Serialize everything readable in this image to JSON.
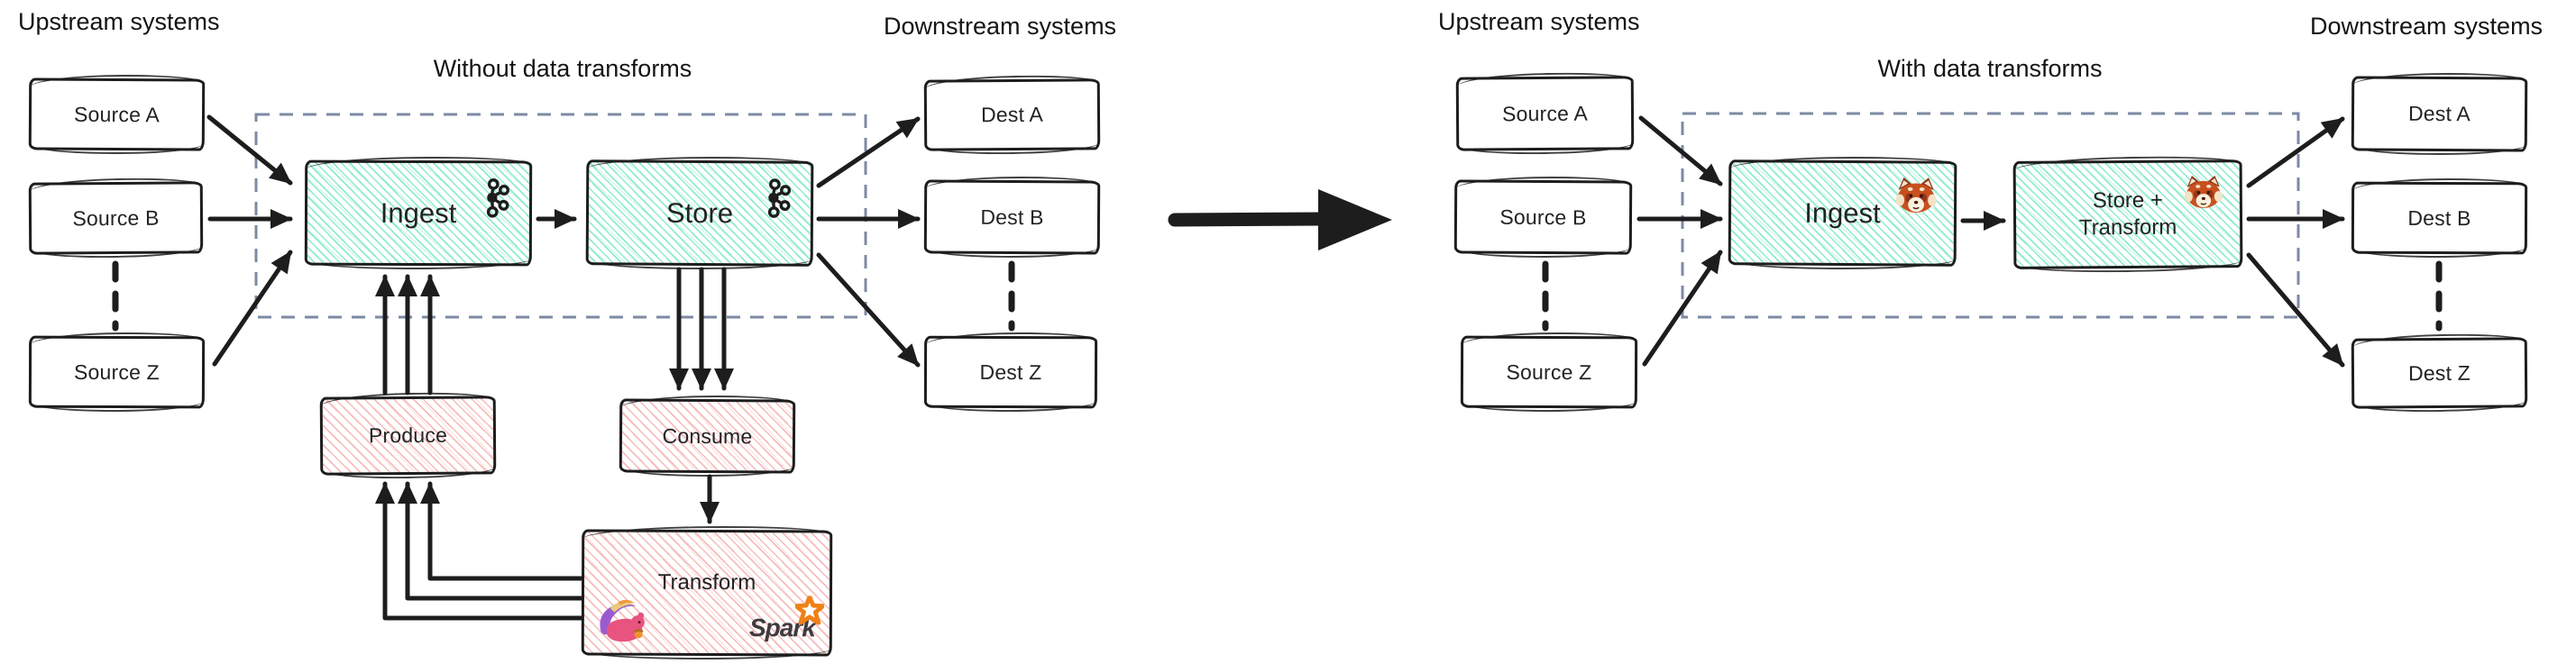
{
  "colors": {
    "ink": "#1d1d1d",
    "teal_hatch": "#8deccb",
    "pink_hatch": "#f6bcba",
    "dashed_box": "#7d8aa3",
    "spark_orange": "#ef8116",
    "spark_gray": "#3f3b3e",
    "flink_pink": "#e8537f",
    "flink_purple": "#9a5bd0",
    "flink_tan": "#eac97c",
    "panda_orange": "#c8501f",
    "panda_dark": "#93351a",
    "panda_cream": "#f3e3c6"
  },
  "left": {
    "title": "Without data transforms",
    "upstream_label": "Upstream systems",
    "downstream_label": "Downstream systems",
    "sources": [
      "Source A",
      "Source B",
      "Source Z"
    ],
    "dests": [
      "Dest A",
      "Dest B",
      "Dest Z"
    ],
    "ingest_label": "Ingest",
    "store_label": "Store",
    "produce_label": "Produce",
    "consume_label": "Consume",
    "transform_label": "Transform",
    "spark_wordmark": "Spark",
    "icons": {
      "ingest": "apache-kafka-logo",
      "store": "apache-kafka-logo",
      "transform_left": "apache-flink-squirrel-logo",
      "transform_right": "apache-spark-star-logo"
    }
  },
  "right": {
    "title": "With data transforms",
    "upstream_label": "Upstream systems",
    "downstream_label": "Downstream systems",
    "sources": [
      "Source A",
      "Source B",
      "Source Z"
    ],
    "dests": [
      "Dest A",
      "Dest B",
      "Dest Z"
    ],
    "ingest_label": "Ingest",
    "store_transform_lines": [
      "Store +",
      "Transform"
    ],
    "icons": {
      "ingest": "red-panda-logo",
      "store_transform": "red-panda-logo"
    }
  }
}
